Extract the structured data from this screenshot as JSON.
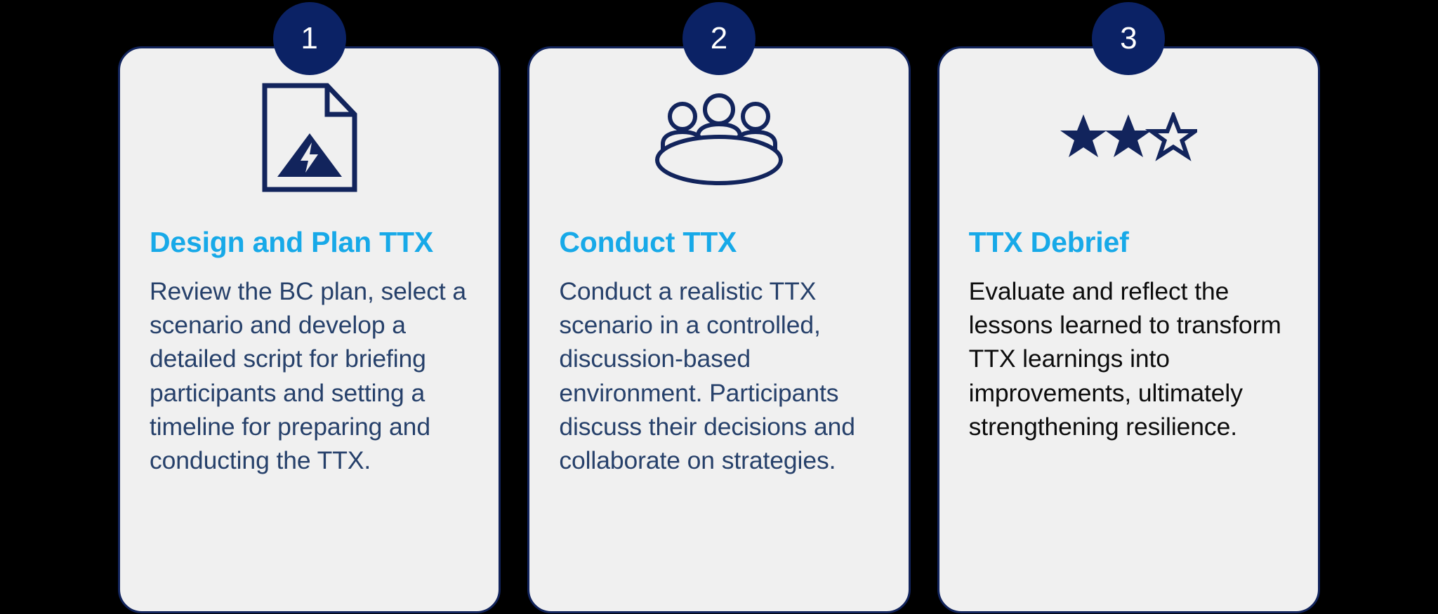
{
  "page": {
    "background_color": "#000000",
    "card_background_color": "#f0f0f0",
    "card_border_color": "#12245c",
    "badge_color": "#0b2265",
    "badge_text_color": "#ffffff",
    "title_color": "#17a9e8",
    "body_navy_color": "#26406a",
    "body_black_color": "#0c0c0c",
    "icon_color": "#12245c"
  },
  "cards": [
    {
      "number": "1",
      "icon": "document-warning-icon",
      "title": "Design and Plan TTX",
      "body": "Review the BC plan, select a scenario and develop a detailed script for briefing participants and setting a timeline for preparing and conducting the TTX.",
      "body_color_style": "navy"
    },
    {
      "number": "2",
      "icon": "meeting-table-people-icon",
      "title": "Conduct TTX",
      "body": "Conduct a realistic TTX scenario in a controlled, discussion-based environment. Participants discuss their decisions and collaborate on strategies.",
      "body_color_style": "navy"
    },
    {
      "number": "3",
      "icon": "three-stars-rating-icon",
      "title": "TTX Debrief",
      "body": "Evaluate and reflect the lessons learned to transform TTX learnings into improvements, ultimately strengthening resilience.",
      "body_color_style": "black"
    }
  ]
}
